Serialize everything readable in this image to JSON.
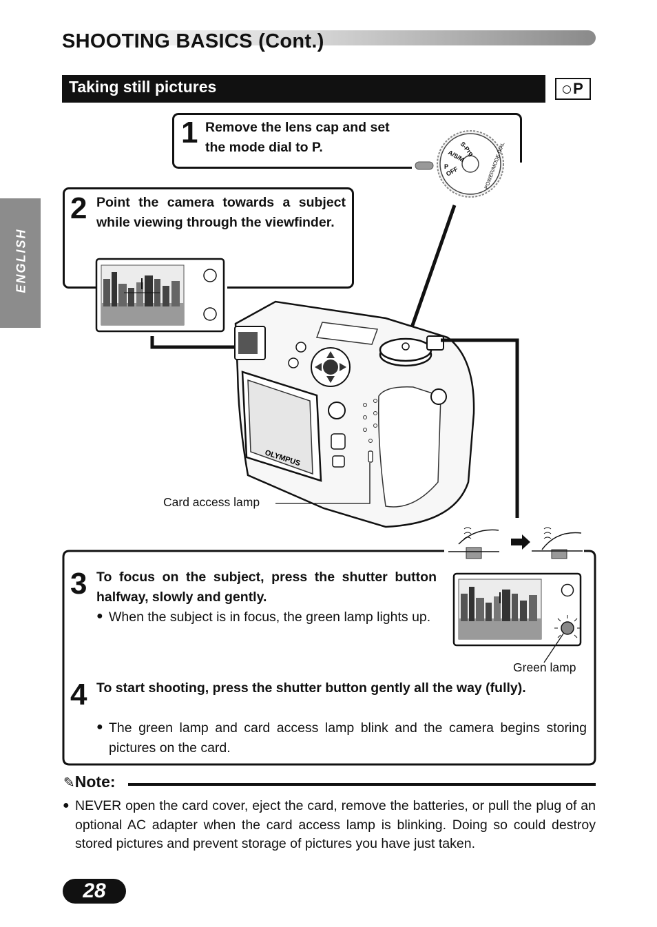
{
  "header": {
    "title": "SHOOTING BASICS (Cont.)"
  },
  "section": {
    "title": "Taking still pictures",
    "mode_letter": "P"
  },
  "side_tab": {
    "label": "ENGLISH"
  },
  "steps": [
    {
      "number": "1",
      "text": "Remove the lens cap and set the mode dial to P."
    },
    {
      "number": "2",
      "text": "Point the camera towards a subject while viewing through the viewfinder."
    },
    {
      "number": "3",
      "text": "To focus on the subject, press the shutter button halfway, slowly and gently.",
      "bullet": "When the subject is in focus, the green lamp lights up."
    },
    {
      "number": "4",
      "text": "To start shooting, press the shutter button gently all the way (fully).",
      "bullet": "The green lamp and card access lamp blink and the camera begins storing pictures on the card."
    }
  ],
  "captions": {
    "card_access_lamp": "Card access lamp",
    "green_lamp": "Green lamp"
  },
  "dial_labels": {
    "prog": "S-Prg",
    "asm": "A/S/M",
    "p": "P",
    "off": "OFF",
    "power": "POWER/MODE DIAL"
  },
  "camera_brand": "OLYMPUS",
  "note": {
    "label": "Note:",
    "text": "NEVER open the card cover, eject the card, remove the batteries, or pull the plug of an optional AC adapter when the card access lamp is blinking. Doing so could destroy stored pictures and prevent storage of pictures you have just taken."
  },
  "page_number": "28"
}
